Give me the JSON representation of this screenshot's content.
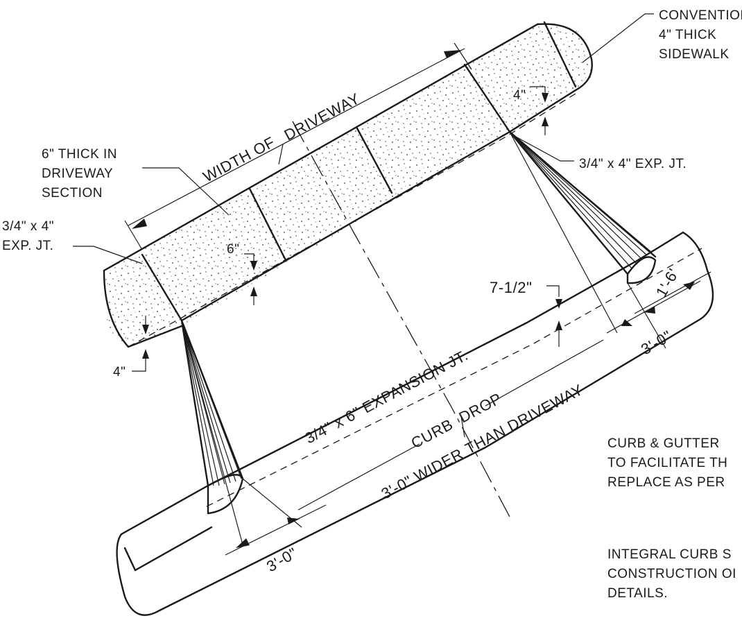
{
  "labels": {
    "conventional_sidewalk_1": "CONVENTIONAL",
    "conventional_sidewalk_2": "4\" THICK",
    "conventional_sidewalk_3": "SIDEWALK",
    "driveway_thick_1": "6\" THICK IN",
    "driveway_thick_2": "DRIVEWAY",
    "driveway_thick_3": "SECTION",
    "left_exp_jt_1": "3/4\" x 4\"",
    "left_exp_jt_2": "EXP. JT.",
    "right_exp_jt": "3/4\" x 4\" EXP. JT.",
    "width_driveway_a": "WIDTH OF",
    "width_driveway_b": "DRIVEWAY",
    "dim_4_top": "4\"",
    "dim_6": "6\"",
    "dim_4_left": "4\"",
    "dim_7_5": "7-1/2\"",
    "dim_1_6": "1'-6'",
    "dim_3_0_right": "3'-0\"",
    "dim_3_0_left": "3'-0\"",
    "expansion_joint": "3/4\" x 6\" EXPANSION JT.",
    "curb_a": "CURB",
    "curb_b": "DROP",
    "wider_a": "3'-0\" WIDER",
    "wider_b": "THAN DRIVEWAY",
    "note_1_line_1": "CURB & GUTTER",
    "note_1_line_2": "TO FACILITATE TH",
    "note_1_line_3": "REPLACE AS PER",
    "note_2_line_1": "INTEGRAL CURB S",
    "note_2_line_2": "CONSTRUCTION OI",
    "note_2_line_3": "DETAILS."
  }
}
